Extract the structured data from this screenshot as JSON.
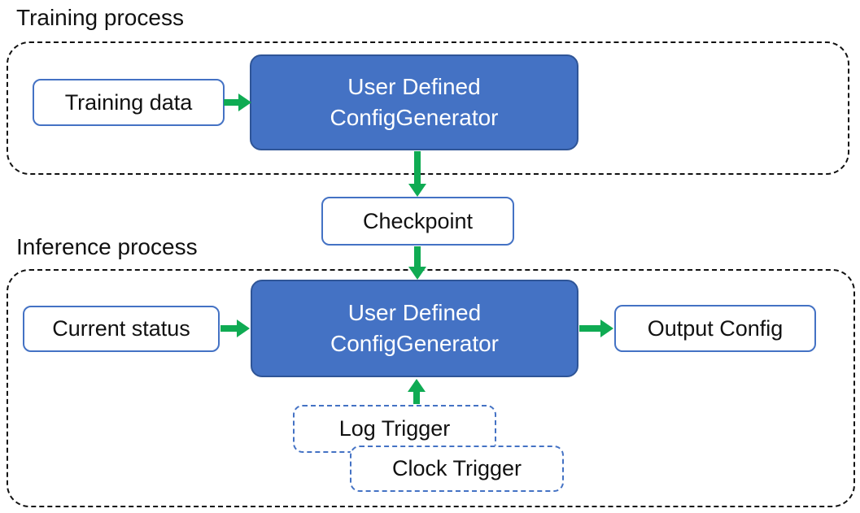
{
  "diagram": {
    "training": {
      "label": "Training process",
      "input_node": "Training data",
      "generator": {
        "line1": "User Defined",
        "line2": "ConfigGenerator"
      }
    },
    "checkpoint": {
      "label": "Checkpoint"
    },
    "inference": {
      "label": "Inference process",
      "input_node": "Current status",
      "generator": {
        "line1": "User Defined",
        "line2": "ConfigGenerator"
      },
      "output_node": "Output Config",
      "triggers": {
        "log": "Log Trigger",
        "clock": "Clock Trigger"
      }
    },
    "colors": {
      "process_fill": "#4472C4",
      "process_border": "#2F5597",
      "io_border": "#4472C4",
      "trigger_border": "#4472C4",
      "arrow_green": "#0FAB53",
      "container_dash": "#111111",
      "text_dark": "#111111",
      "text_light": "#FFFFFF"
    }
  }
}
